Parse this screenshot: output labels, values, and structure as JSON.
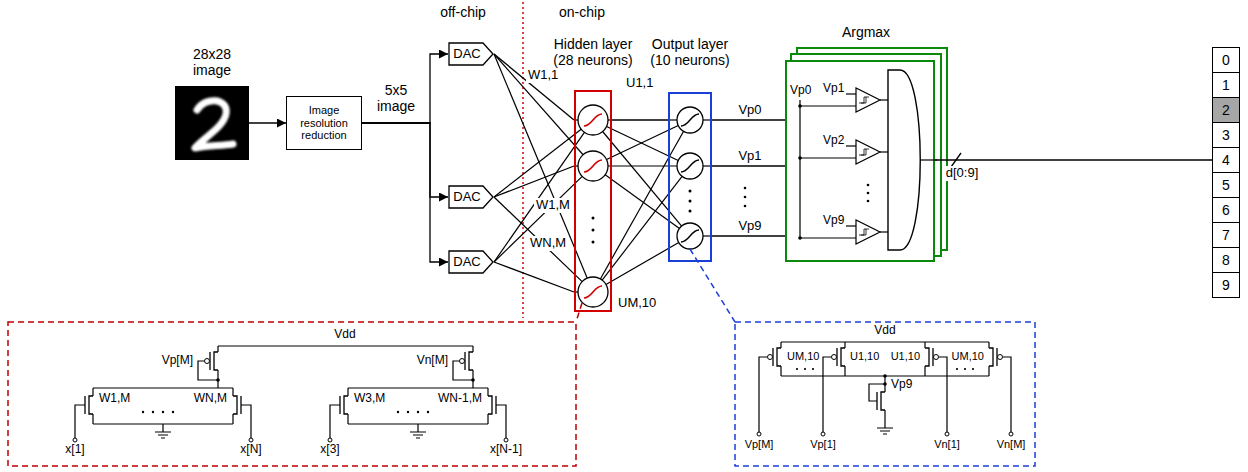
{
  "diagram": {
    "nodes": [
      {
        "text": [
          "28x28 image"
        ]
      },
      {
        "text": [
          "Image resolution reduction"
        ]
      },
      {
        "text": [
          "DAC"
        ]
      },
      {
        "text": [
          "DAC"
        ]
      },
      {
        "text": [
          "DAC"
        ]
      },
      {
        "text": [
          "Hidden layer (28 neurons)"
        ]
      },
      {
        "text": [
          "Output layer (10 neurons)"
        ]
      },
      {
        "text": [
          "Argmax"
        ]
      },
      {
        "text": [
          "0"
        ]
      },
      {
        "text": [
          "1"
        ]
      },
      {
        "text": [
          "2"
        ]
      },
      {
        "text": [
          "3"
        ]
      },
      {
        "text": [
          "4"
        ]
      },
      {
        "text": [
          "5"
        ]
      },
      {
        "text": [
          "6"
        ]
      },
      {
        "text": [
          "7"
        ]
      },
      {
        "text": [
          "8"
        ]
      },
      {
        "text": [
          "9"
        ]
      }
    ],
    "edges": [
      {
        "from": 0,
        "to": 1,
        "arrow": "to"
      },
      {
        "from": 1,
        "to": 2,
        "arrow": "to"
      },
      {
        "from": 1,
        "to": 3,
        "arrow": "to"
      },
      {
        "from": 1,
        "to": 4,
        "arrow": "to"
      },
      {
        "from": 2,
        "to": 5,
        "arrow": "none"
      },
      {
        "from": 3,
        "to": 5,
        "arrow": "none"
      },
      {
        "from": 4,
        "to": 5,
        "arrow": "none"
      },
      {
        "from": 5,
        "to": 6,
        "arrow": "none"
      },
      {
        "from": 6,
        "to": 7,
        "label": "Vp0",
        "arrow": "none"
      },
      {
        "from": 6,
        "to": 7,
        "label": "Vp1",
        "arrow": "none"
      },
      {
        "from": 6,
        "to": 7,
        "label": "Vp9",
        "arrow": "none"
      },
      {
        "from": 7,
        "to": 12,
        "label": "d[0:9]",
        "arrow": "none"
      }
    ],
    "labels": [
      "5x5 image",
      "off-chip",
      "on-chip",
      "W1,1",
      "W1,M",
      "WN,M",
      "U1,1",
      "UM,10",
      "Vp0",
      "Vp1",
      "Vp2",
      "Vp9",
      "Vdd",
      "Vp[M]",
      "Vn[M]",
      "W1,M",
      "WN,M",
      "W3,M",
      "WN-1,M",
      "x[1]",
      "x[N]",
      "x[3]",
      "x[N-1]",
      "Vdd",
      "UM,10",
      "U1,10",
      "U1,10",
      "UM,10",
      "Vp9",
      "Vp[M]",
      "Vp[1]",
      "Vn[1]",
      "Vn[M]"
    ]
  }
}
